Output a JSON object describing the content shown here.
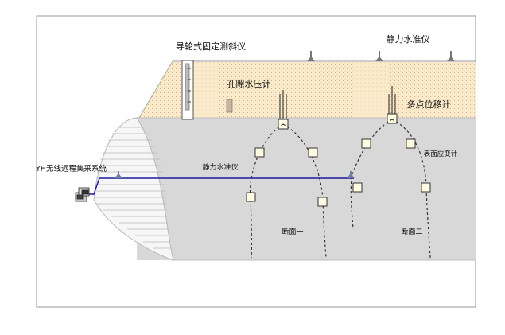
{
  "labels": {
    "inclinometer": "导轮式固定测斜仪",
    "static_level_top": "静力水准仪",
    "piezometer": "孔隙水压计",
    "multipoint": "多点位移计",
    "remote_system": "YH无线远程集采系统",
    "static_level_inner": "静力水准仪",
    "strain_gauge": "表面应变计",
    "section_one": "断面一",
    "section_two": "断面二"
  },
  "colors": {
    "soil_fill": "#fbebcc",
    "tunnel_fill": "#d8d8d8",
    "cable": "#1a1aa0",
    "sensor_fill": "#fffbe3"
  }
}
